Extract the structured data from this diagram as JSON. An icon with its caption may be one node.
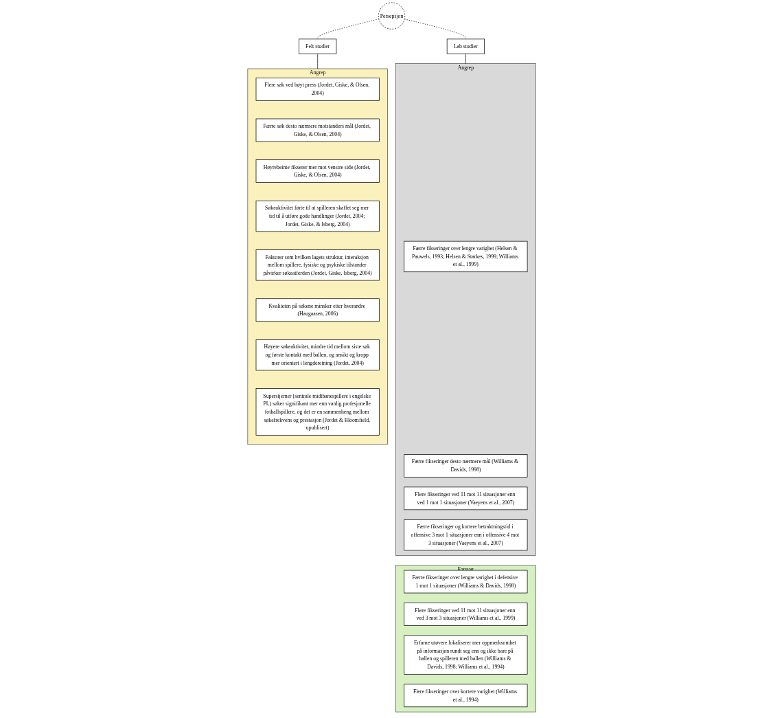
{
  "diagram": {
    "nodes": [
      {
        "text": [
          "Persepsjon"
        ]
      },
      {
        "text": [
          "Lab studier"
        ]
      },
      {
        "text": [
          "Felt studier"
        ]
      },
      {
        "text": [
          "Angrep"
        ]
      },
      {
        "text": [
          "Færre fikseringer over lengre varighet (Helsen & Pauwels, 1993; Helsen & Starkes, 1999; Williams et al., 1999)"
        ],
        "in": 3
      },
      {
        "text": [
          "Færre fikseringer desto nærmere mål (Williams & Davids, 1998)"
        ],
        "in": 3
      },
      {
        "text": [
          "Flere fikseringer ved 11 mot 11 situasjoner enn ved 1 mot 1 situasjoner (Vaeyens et al., 2007)"
        ],
        "in": 3
      },
      {
        "text": [
          "Færre fikseringer og kortere betraktningstid i offensive 3 mot 1 situasjoner enn i offensive 4 mot 3 situasjoner (Vaeyens et al., 2007)"
        ],
        "in": 3
      },
      {
        "text": [
          "Forsvar"
        ]
      },
      {
        "text": [
          "Færre fikseringer over lengre varighet i defensive 1 mot 1 situasjoner (Williams & Davids, 1998)"
        ],
        "in": 8
      },
      {
        "text": [
          "Flere fikseringer ved 11 mot 11 situasjoner enn ved 3 mot 3 situasjoner (Williams et al., 1999)"
        ],
        "in": 8
      },
      {
        "text": [
          "Erfarne utøvere lokaliserer mer oppmerksomhet på informasjon rundt seg enn og ikke bare på ballen og spilleren med ballen (Williams & Davids, 1998; Williams et al., 1994)"
        ],
        "in": 8
      },
      {
        "text": [
          "Flere fikseringer over kortere varighet (Williams et al., 1994)"
        ],
        "in": 8
      },
      {
        "text": [
          "Angrep"
        ]
      },
      {
        "text": [
          "Flere søk ved høyt press (Jordet, Giske, & Olsen, 2004)"
        ],
        "in": 13
      },
      {
        "text": [
          "Færre søk desto nærmere motstanders mål (Jordet, Giske, & Olsen, 2004)"
        ],
        "in": 13
      },
      {
        "text": [
          "Høyrebeinte fikserer mer mot venstre side (Jordet, Giske, & Olsen, 2004)"
        ],
        "in": 13
      },
      {
        "text": [
          "Søkeaktivitet førte til at spilleren skaffet seg mer tid til å utføre gode handlinger (Jordet, 2004; Jordet, Giske, & Isberg, 2004)"
        ],
        "in": 13
      },
      {
        "text": [
          "Faktorer som hvilken lagets struktur, interaksjon mellom spillere, fysiske og psykiske tilstander påvirker søkeatferden (Jordet, Giske, Isberg, 2004)"
        ],
        "in": 13
      },
      {
        "text": [
          "Kvaliteten på søkene minsker etter hverandre (Haugaasen, 2006)"
        ],
        "in": 13
      },
      {
        "text": [
          "Høyere søkeaktivitet, mindre tid mellom siste søk og første kontakt med ballen, og ansikt og kropp mer orientert i lengderetning (Jordet, 2004)"
        ],
        "in": 13
      },
      {
        "text": [
          "Superstjerner (sentrale midtbanespillere i engelske PL) søker signifikant mer enn vanlig profesjonelle fotballspillere, og det er en sammenheng mellom søkefrekvens og prestasjon (Jordet & Bloomfield, upublisert)"
        ],
        "in": 13
      }
    ],
    "edges": [
      {
        "from": 0,
        "to": 1,
        "arrow": "none",
        "style": "dashed"
      },
      {
        "from": 0,
        "to": 2,
        "arrow": "none",
        "style": "dashed"
      },
      {
        "from": 1,
        "to": 3,
        "arrow": "none"
      },
      {
        "from": 2,
        "to": 13,
        "arrow": "none"
      }
    ]
  }
}
